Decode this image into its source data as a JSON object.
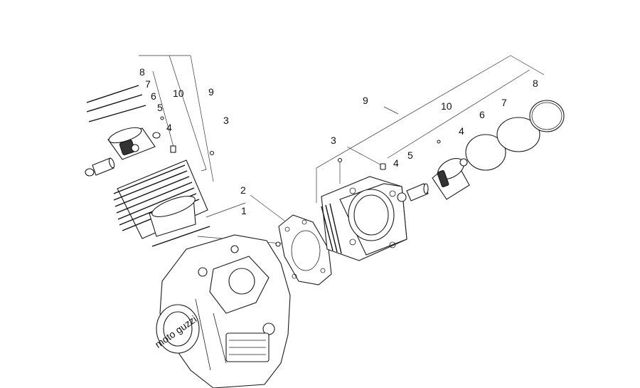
{
  "diagram": {
    "callouts_left": [
      {
        "id": "8",
        "label": "8"
      },
      {
        "id": "7",
        "label": "7"
      },
      {
        "id": "6",
        "label": "6"
      },
      {
        "id": "5",
        "label": "5"
      },
      {
        "id": "4",
        "label": "4"
      },
      {
        "id": "10",
        "label": "10"
      },
      {
        "id": "9",
        "label": "9"
      },
      {
        "id": "3",
        "label": "3"
      },
      {
        "id": "2",
        "label": "2"
      },
      {
        "id": "1",
        "label": "1"
      }
    ],
    "callouts_right": [
      {
        "id": "9",
        "label": "9"
      },
      {
        "id": "10",
        "label": "10"
      },
      {
        "id": "3",
        "label": "3"
      },
      {
        "id": "4a",
        "label": "4"
      },
      {
        "id": "5",
        "label": "5"
      },
      {
        "id": "4b",
        "label": "4"
      },
      {
        "id": "6",
        "label": "6"
      },
      {
        "id": "7",
        "label": "7"
      },
      {
        "id": "8",
        "label": "8"
      }
    ],
    "crankcase_logo": "moto guzzi"
  }
}
